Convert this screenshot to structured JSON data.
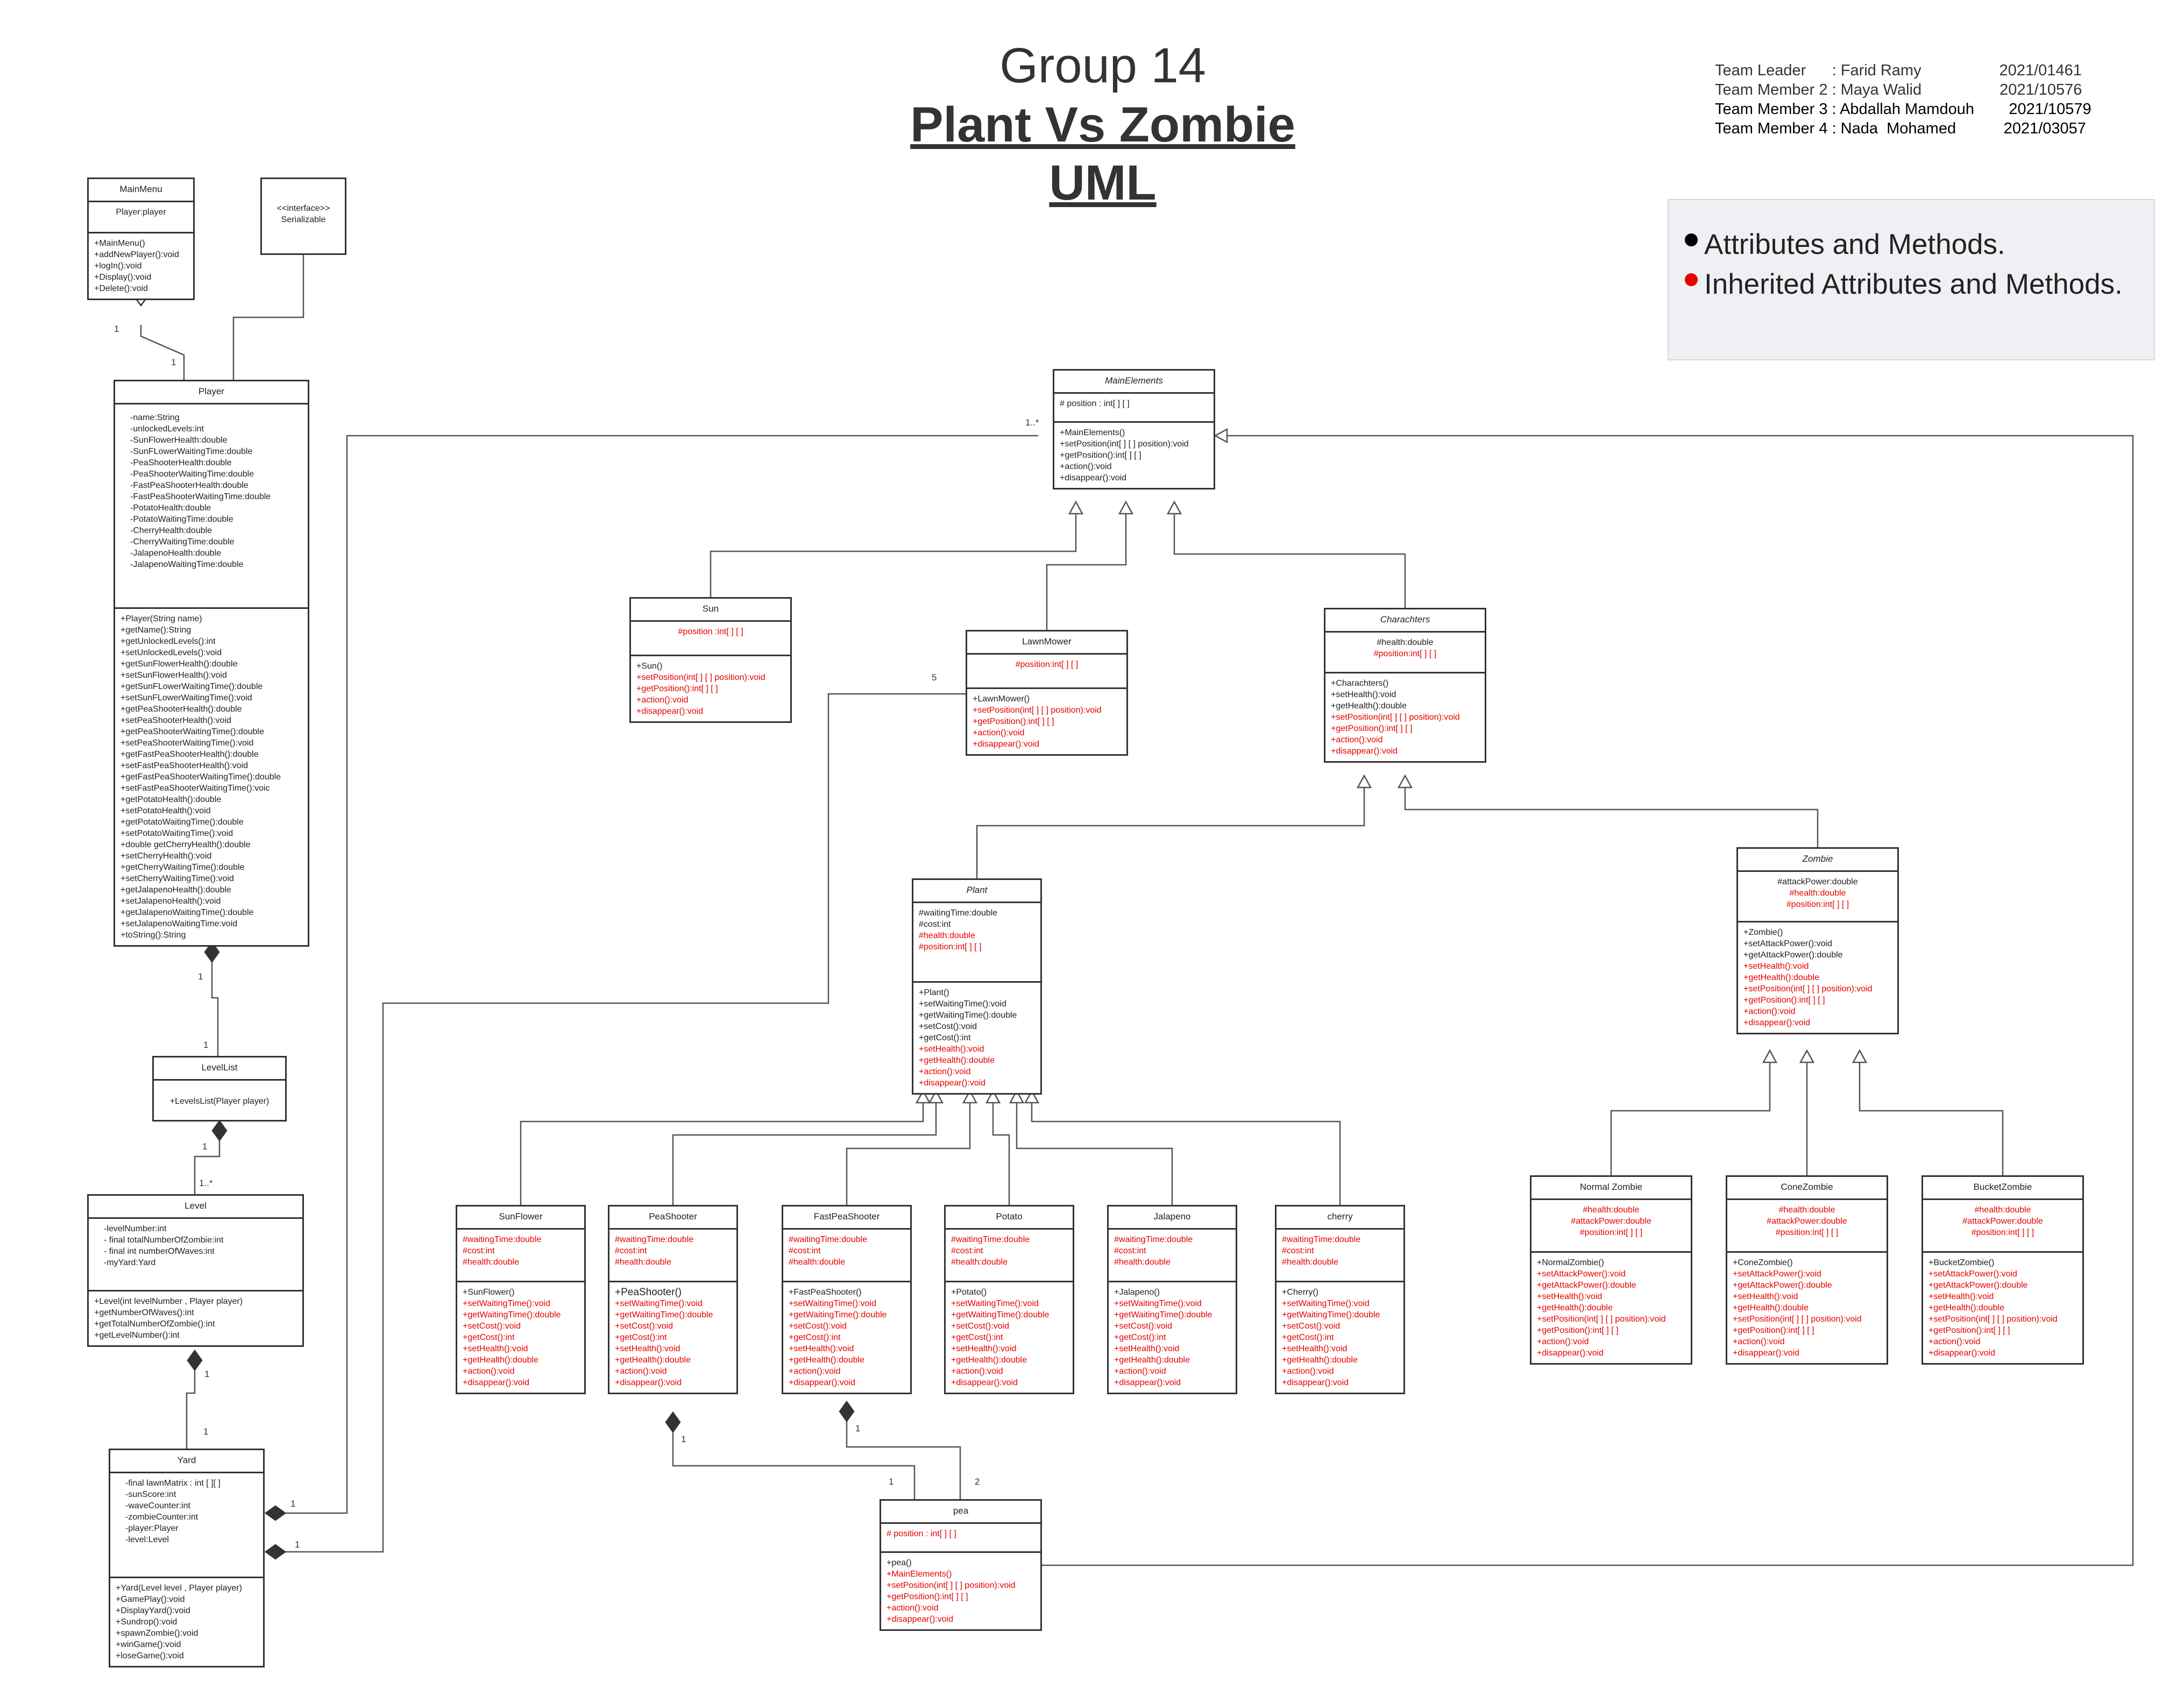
{
  "header": {
    "title": "Group 14",
    "subtitle_line1": "Plant Vs Zombie",
    "subtitle_line2": "UML"
  },
  "team": [
    "Team Leader      : Farid Ramy                  2021/01461",
    "Team Member 2 : Maya Walid                  2021/10576",
    "Team Member 3 : Abdallah Mamdouh        2021/10579",
    "Team Member 4 : Nada  Mohamed           2021/03057"
  ],
  "legend": {
    "own": "Attributes and Methods.",
    "inherited": "Inherited Attributes and Methods.",
    "own_color": "#000000",
    "inherited_color": "#e60000"
  },
  "colors": {
    "inherited_text": "#e60000",
    "line": "#555555",
    "border": "#333333"
  },
  "classes": {
    "mainmenu": {
      "name": "MainMenu",
      "attrs": [
        "Player:player"
      ],
      "methods": [
        "+MainMenu()",
        "+addNewPlayer():void",
        "+logIn():void",
        "+Display():void",
        "+Delete():void"
      ]
    },
    "serializable": {
      "name": "<<interface>>\nSerializable"
    },
    "player": {
      "name": "Player",
      "attrs": [
        "-name:String",
        "-unlockedLevels:int",
        "-SunFlowerHealth:double",
        "-SunFLowerWaitingTime:double",
        "-PeaShooterHealth:double",
        "-PeaShooterWaitingTime:double",
        "-FastPeaShooterHealth:double",
        "-FastPeaShooterWaitingTime:double",
        "-PotatoHealth:double",
        "-PotatoWaitingTime:double",
        "-CherryHealth:double",
        "-CherryWaitingTime:double",
        "-JalapenoHealth:double",
        "-JalapenoWaitingTime:double"
      ],
      "methods": [
        "+Player(String name)",
        "+getName():String",
        "+getUnlockedLevels():int",
        "+setUnlockedLevels():void",
        "+getSunFlowerHealth():double",
        "+setSunFlowerHealth():void",
        "+getSunFLowerWaitingTime():double",
        "+setSunFLowerWaitingTime():void",
        "+getPeaShooterHealth():double",
        "+setPeaShooterHealth():void",
        "+getPeaShooterWaitingTime():double",
        "+setPeaShooterWaitingTime():void",
        "+getFastPeaShooterHealth():double",
        "+setFastPeaShooterHealth():void",
        "+getFastPeaShooterWaitingTime():double",
        "+setFastPeaShooterWaitingTime():voic",
        "+getPotatoHealth():double",
        "+setPotatoHealth():void",
        "+getPotatoWaitingTime():double",
        "+setPotatoWaitingTime():void",
        "+double getCherryHealth():double",
        "+setCherryHealth():void",
        "+getCherryWaitingTime():double",
        "+setCherryWaitingTime():void",
        "+getJalapenoHealth():double",
        "+setJalapenoHealth():void",
        "+getJalapenoWaitingTime():double",
        "+setJalapenoWaitingTime:void",
        "+toString():String"
      ]
    },
    "levellist": {
      "name": "LevelList",
      "methods": [
        "+LevelsList(Player player)"
      ]
    },
    "level": {
      "name": "Level",
      "attrs": [
        "-levelNumber:int",
        "- final totalNumberOfZombie:int",
        "- final int numberOfWaves:int",
        "-myYard:Yard"
      ],
      "methods": [
        "+Level(int levelNumber , Player player)",
        "+getNumberOfWaves():int",
        "+getTotalNumberOfZombie():int",
        "+getLevelNumber():int"
      ]
    },
    "yard": {
      "name": "Yard",
      "attrs": [
        "-final lawnMatrix : int [ ][ ]",
        "-sunScore:int",
        "-waveCounter:int",
        "-zombieCounter:int",
        "-player:Player",
        "-level:Level"
      ],
      "methods": [
        "+Yard(Level level , Player player)",
        "+GamePlay():void",
        "+DisplayYard():void",
        "+Sundrop():void",
        "+spawnZombie():void",
        "+winGame():void",
        "+loseGame():void"
      ]
    },
    "mainelements": {
      "name": "MainElements",
      "attrs": [
        "# position : int[ ] [ ]"
      ],
      "methods": [
        "+MainElements()",
        "+setPosition(int[ ] [ ] position):void",
        "+getPosition():int[ ] [ ]",
        "+action():void",
        "+disappear():void"
      ]
    },
    "sun": {
      "name": "Sun",
      "attrs_red": [
        "#position :int[ ] [ ]"
      ],
      "methods_black": [
        "+Sun()"
      ],
      "methods_red": [
        "+setPosition(int[ ] [ ] position):void",
        "+getPosition():int[ ] [ ]",
        "+action():void",
        "+disappear():void"
      ]
    },
    "lawnmower": {
      "name": "LawnMower",
      "attrs_red": [
        "#position:int[ ] [ ]"
      ],
      "methods_black": [
        "+LawnMower()"
      ],
      "methods_red": [
        "+setPosition(int[ ] [ ] position):void",
        "+getPosition():int[ ] [ ]",
        "+action():void",
        "+disappear():void"
      ]
    },
    "charachters": {
      "name": "Charachters",
      "attrs_black": [
        "#health:double"
      ],
      "attrs_red": [
        "#position:int[ ] [ ]"
      ],
      "methods_black": [
        "+Charachters()",
        "+setHealth():void",
        "+getHealth():double"
      ],
      "methods_red": [
        "+setPosition(int[ ] [ ] position):void",
        "+getPosition():int[ ] [ ]",
        "+action():void",
        "+disappear():void"
      ]
    },
    "plant": {
      "name": "Plant",
      "attrs_black": [
        "#waitingTime:double",
        "#cost:int"
      ],
      "attrs_red": [
        "#health:double",
        "#position:int[ ] [ ]"
      ],
      "methods_black": [
        "+Plant()",
        "+setWaitingTime():void",
        "+getWaitingTime():double",
        "+setCost():void",
        "+getCost():int"
      ],
      "methods_red": [
        "+setHealth():void",
        "+getHealth():double",
        "+action():void",
        "+disappear():void"
      ]
    },
    "zombie": {
      "name": "Zombie",
      "attrs_black": [
        "#attackPower:double"
      ],
      "attrs_red": [
        "#health:double",
        "#position:int[ ] [ ]"
      ],
      "methods_black": [
        "+Zombie()",
        "+setAttackPower():void",
        "+getAttackPower():double"
      ],
      "methods_red": [
        "+setHealth():void",
        "+getHealth():double",
        "+setPosition(int[ ] [ ] position):void",
        "+getPosition():int[ ] [ ]",
        "+action():void",
        "+disappear():void"
      ]
    },
    "sunflower": {
      "name": "SunFlower",
      "attrs_red": [
        "#waitingTime:double",
        "#cost:int",
        "#health:double"
      ],
      "methods_black": [
        "+SunFlower()"
      ],
      "methods_red": [
        "+setWaitingTime():void",
        "+getWaitingTime():double",
        "+setCost():void",
        "+getCost():int",
        "+setHealth():void",
        "+getHealth():double",
        "+action():void",
        "+disappear():void"
      ]
    },
    "peashooter": {
      "name": "PeaShooter",
      "attrs_red": [
        "#waitingTime:double",
        "#cost:int",
        "#health:double"
      ],
      "methods_black": [
        "+PeaShooter()"
      ],
      "methods_red": [
        "+setWaitingTime():void",
        "+getWaitingTime():double",
        "+setCost():void",
        "+getCost():int",
        "+setHealth():void",
        "+getHealth():double",
        "+action():void",
        "+disappear():void"
      ]
    },
    "fastpeashooter": {
      "name": "FastPeaShooter",
      "attrs_red": [
        "#waitingTime:double",
        "#cost:int",
        "#health:double"
      ],
      "methods_black": [
        "+FastPeaShooter()"
      ],
      "methods_red": [
        "+setWaitingTime():void",
        "+getWaitingTime():double",
        "+setCost():void",
        "+getCost():int",
        "+setHealth():void",
        "+getHealth():double",
        "+action():void",
        "+disappear():void"
      ]
    },
    "potato": {
      "name": "Potato",
      "attrs_red": [
        "#waitingTime:double",
        "#cost:int",
        "#health:double"
      ],
      "methods_black": [
        "+Potato()"
      ],
      "methods_red": [
        "+setWaitingTime():void",
        "+getWaitingTime():double",
        "+setCost():void",
        "+getCost():int",
        "+setHealth():void",
        "+getHealth():double",
        "+action():void",
        "+disappear():void"
      ]
    },
    "jalapeno": {
      "name": "Jalapeno",
      "attrs_red": [
        "#waitingTime:double",
        "#cost:int",
        "#health:double"
      ],
      "methods_black": [
        "+Jalapeno()"
      ],
      "methods_red": [
        "+setWaitingTime():void",
        "+getWaitingTime():double",
        "+setCost():void",
        "+getCost():int",
        "+setHealth():void",
        "+getHealth():double",
        "+action():void",
        "+disappear():void"
      ]
    },
    "cherry": {
      "name": "cherry",
      "attrs_red": [
        "#waitingTime:double",
        "#cost:int",
        "#health:double"
      ],
      "methods_black": [
        "+Cherry()"
      ],
      "methods_red": [
        "+setWaitingTime():void",
        "+getWaitingTime():double",
        "+setCost():void",
        "+getCost():int",
        "+setHealth():void",
        "+getHealth():double",
        "+action():void",
        "+disappear():void"
      ]
    },
    "normalzombie": {
      "name": "Normal Zombie",
      "attrs_red": [
        "#health:double",
        "#attackPower:double",
        "#position:int[ ] [ ]"
      ],
      "methods_black": [
        "+NormalZombie()"
      ],
      "methods_red": [
        "+setAttackPower():void",
        "+getAttackPower():double",
        "+setHealth():void",
        "+getHealth():double",
        "+setPosition(int[ ] [ ] position):void",
        "+getPosition():int[ ] [ ]",
        "+action():void",
        "+disappear():void"
      ]
    },
    "conezombie": {
      "name": "ConeZombie",
      "attrs_red": [
        "#health:double",
        "#attackPower:double",
        "#position:int[ ] [ ]"
      ],
      "methods_black": [
        "+ConeZombie()"
      ],
      "methods_red": [
        "+setAttackPower():void",
        "+getAttackPower():double",
        "+setHealth():void",
        "+getHealth():double",
        "+setPosition(int[ ] [ ] position):void",
        "+getPosition():int[ ] [ ]",
        "+action():void",
        "+disappear():void"
      ]
    },
    "bucketzombie": {
      "name": "BucketZombie",
      "attrs_red": [
        "#health:double",
        "#attackPower:double",
        "#position:int[ ] [ ]"
      ],
      "methods_black": [
        "+BucketZombie()"
      ],
      "methods_red": [
        "+setAttackPower():void",
        "+getAttackPower():double",
        "+setHealth():void",
        "+getHealth():double",
        "+setPosition(int[ ] [ ] position):void",
        "+getPosition():int[ ] [ ]",
        "+action():void",
        "+disappear():void"
      ]
    },
    "pea": {
      "name": "pea",
      "attrs_red": [
        "# position : int[ ] [ ]"
      ],
      "methods_black": [
        "+pea()"
      ],
      "methods_red": [
        "+MainElements()",
        "+setPosition(int[ ] [ ] position):void",
        "+getPosition():int[ ] [ ]",
        "+action():void",
        "+disappear():void"
      ]
    }
  },
  "multiplicities": {
    "mainmenu_player_a": "1",
    "mainmenu_player_b": "1",
    "player_levellist_a": "1",
    "player_levellist_b": "1",
    "levellist_level_a": "1",
    "levellist_level_b": "1..*",
    "level_yard_a": "1",
    "level_yard_b": "1",
    "yard_mainelements_a": "1",
    "yard_mainelements_b": "1..*",
    "yard_lawnmower_a": "1",
    "yard_lawnmower_b": "5",
    "peashooter_pea_a": "1",
    "peashooter_pea_b": "1",
    "fastpea_pea_a": "1",
    "fastpea_pea_b": "2"
  }
}
